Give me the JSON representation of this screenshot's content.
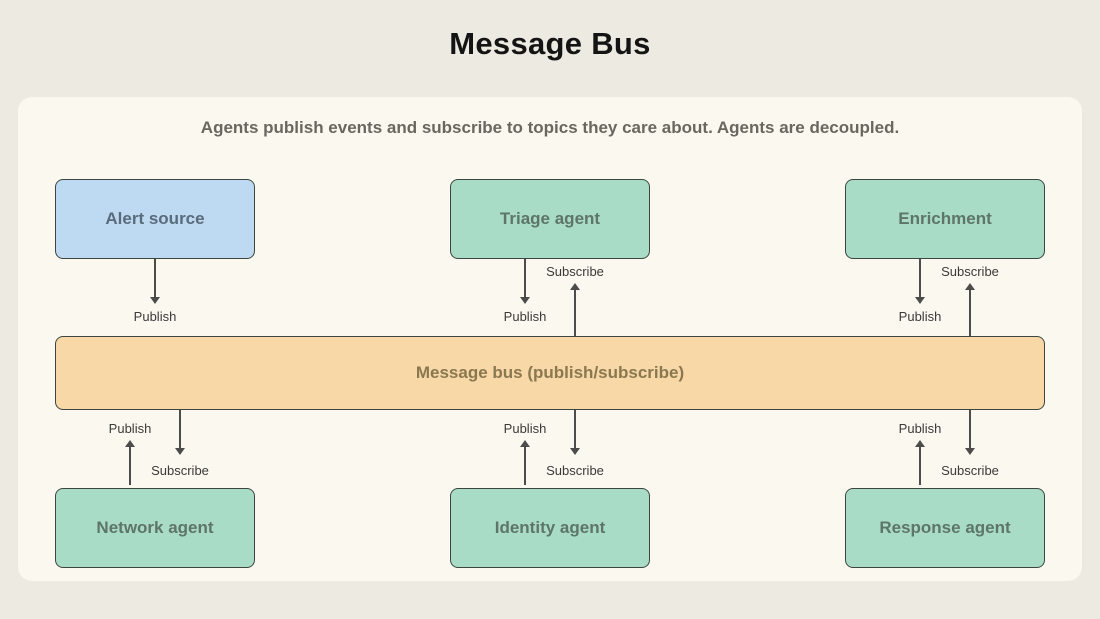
{
  "title": "Message Bus",
  "subtitle": "Agents publish events and subscribe to topics they care about. Agents are decoupled.",
  "flow_labels": {
    "publish": "Publish",
    "subscribe": "Subscribe"
  },
  "bus": {
    "label": "Message bus (publish/subscribe)",
    "fill": "#f7d8a6"
  },
  "top_agents": [
    {
      "label": "Alert source",
      "fill": "#bed9f2",
      "publishes": true,
      "subscribes": false
    },
    {
      "label": "Triage agent",
      "fill": "#a8dcc6",
      "publishes": true,
      "subscribes": true
    },
    {
      "label": "Enrichment",
      "fill": "#a8dcc6",
      "publishes": true,
      "subscribes": true
    }
  ],
  "bottom_agents": [
    {
      "label": "Network agent",
      "fill": "#a8dcc6",
      "publishes": true,
      "subscribes": true
    },
    {
      "label": "Identity agent",
      "fill": "#a8dcc6",
      "publishes": true,
      "subscribes": true
    },
    {
      "label": "Response agent",
      "fill": "#a8dcc6",
      "publishes": true,
      "subscribes": true
    }
  ],
  "colors": {
    "background": "#edeae1",
    "panel": "#fbf8f0",
    "node_border": "#3c453f",
    "arrow": "#4c4c4c"
  }
}
